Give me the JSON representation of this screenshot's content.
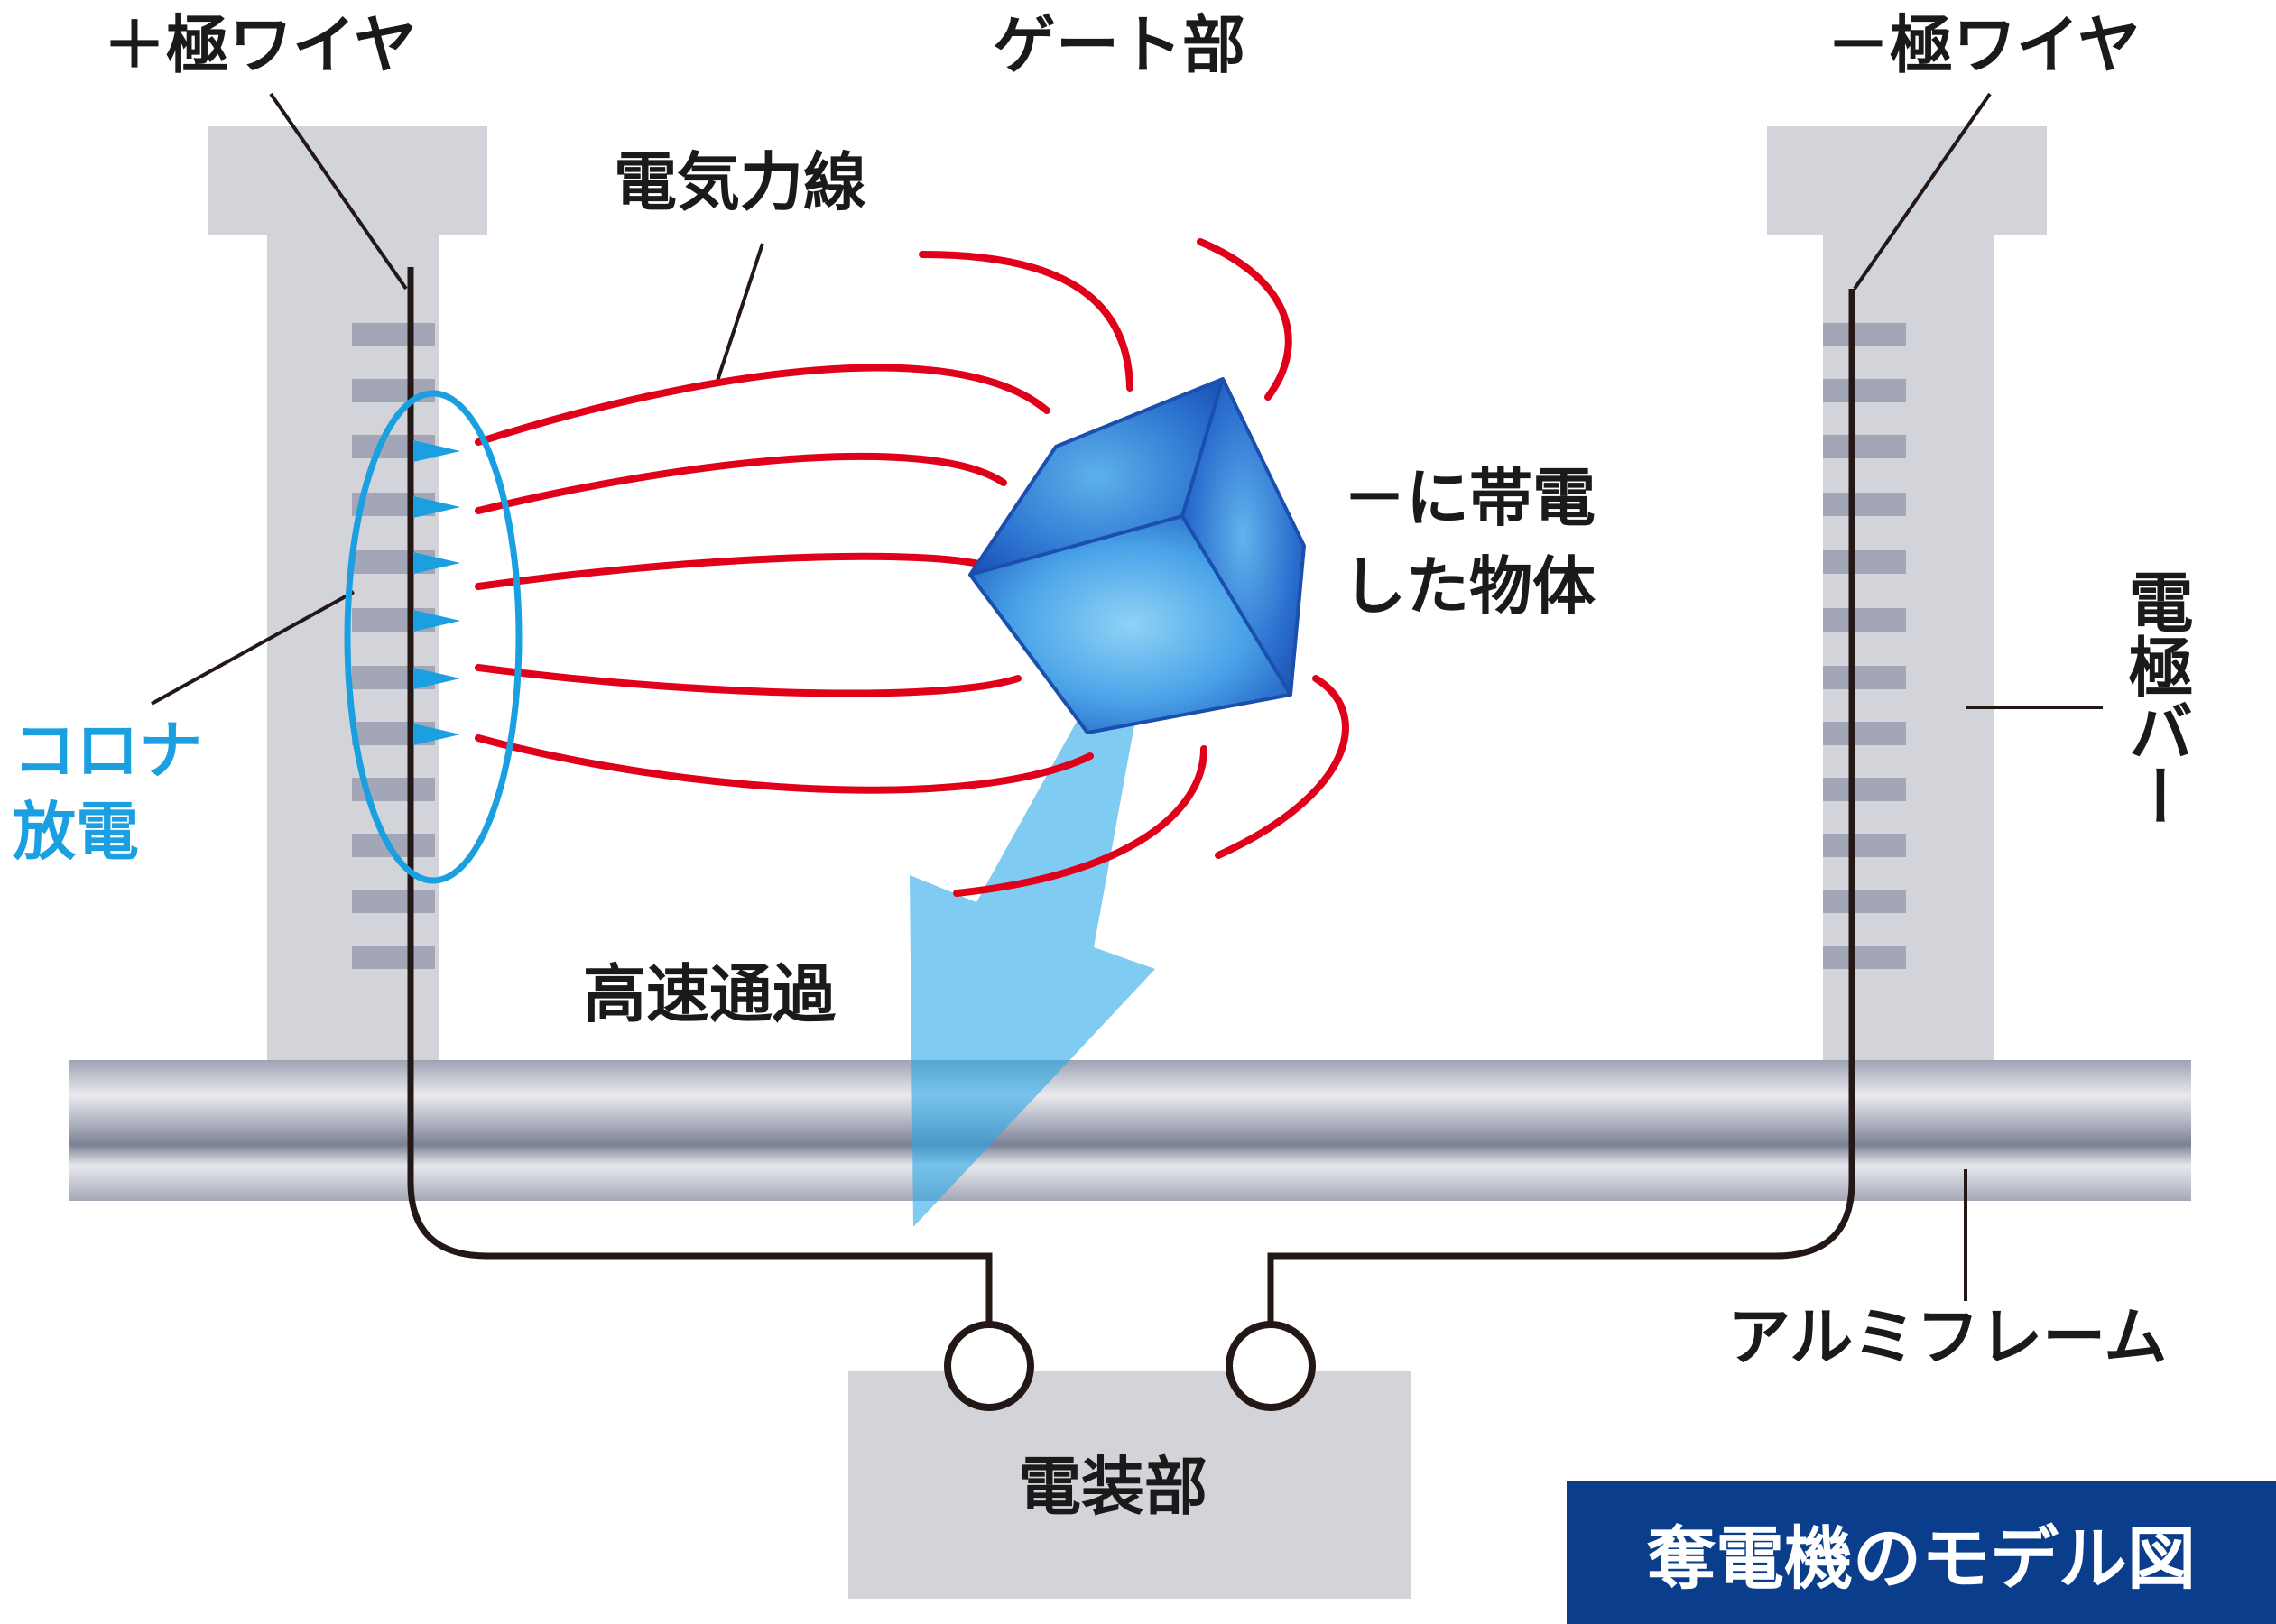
{
  "labels": {
    "plus_wire": "＋極ワイヤ",
    "gate": "ゲート部",
    "minus_wire": "－極ワイヤ",
    "field_lines": "電気力線",
    "charged_object_line1": "－に帯電",
    "charged_object_line2": "した物体",
    "electrode_bar": "電極バー",
    "corona_line1": "コロナ",
    "corona_line2": "放電",
    "high_speed": "高速通過",
    "aluminum_frame": "アルミフレーム",
    "electrical_unit": "電装部"
  },
  "title_badge": "奪電機のモデル図",
  "colors": {
    "field_line": "#e0001a",
    "corona": "#1aa0e0",
    "badge_bg": "#0a3e8c",
    "frame_gray": "#d2d4da",
    "wire": "#231815",
    "cube_blue": "#1b5fc0"
  }
}
